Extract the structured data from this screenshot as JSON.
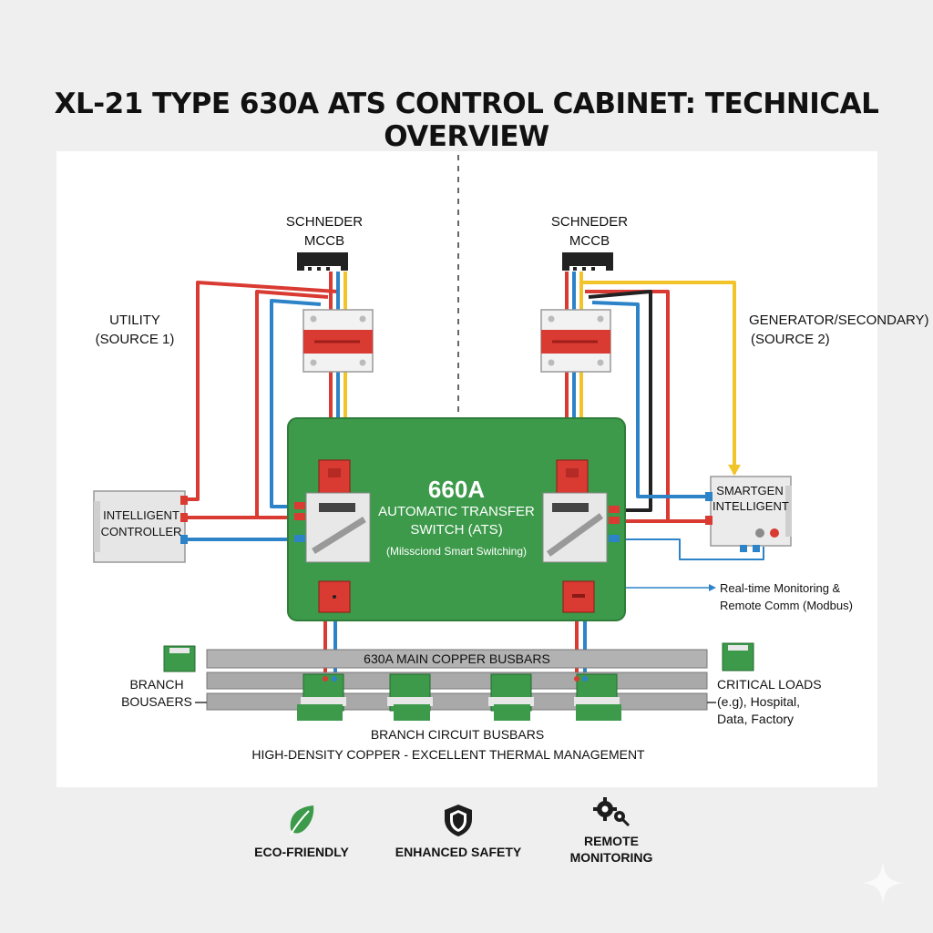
{
  "title": "XL-21 TYPE 630A ATS CONTROL CABINET: TECHNICAL OVERVIEW",
  "left": {
    "mccb_line1": "SCHNEDER",
    "mccb_line2": "MCCB",
    "source_line1": "UTILITY",
    "source_line2": "(SOURCE 1)",
    "controller_line1": "INTELLIGENT",
    "controller_line2": "CONTROLLER"
  },
  "right": {
    "mccb_line1": "SCHNEDER",
    "mccb_line2": "MCCB",
    "source_line1": "GENERATOR/SECONDARY)",
    "source_line2": "(SOURCE 2)",
    "controller_line1": "SMARTGEN",
    "controller_line2": "INTELLIGENT"
  },
  "ats": {
    "rating": "660A",
    "line1": "AUTOMATIC TRANSFER",
    "line2": "SWITCH (ATS)",
    "line3": "(Milssciond Smart Switching)"
  },
  "monitoring": {
    "line1": "Real-time Monitoring &",
    "line2": "Remote Comm (Modbus)"
  },
  "busbars": {
    "main_label": "630A MAIN COPPER BUSBARS",
    "branch_line1": "BRANCH",
    "branch_line2": "BOUSAERS",
    "branch_circuit": "BRANCH CIRCUIT BUSBARS",
    "note": "HIGH-DENSITY COPPER - EXCELLENT THERMAL MANAGEMENT"
  },
  "loads": {
    "line1": "CRITICAL LOADS",
    "line2": "(e.g), Hospital,",
    "line3": "Data, Factory"
  },
  "features": [
    {
      "icon": "leaf-icon",
      "label": "ECO-FRIENDLY"
    },
    {
      "icon": "shield-icon",
      "label": "ENHANCED SAFETY"
    },
    {
      "icon": "gears-icon",
      "label_line1": "REMOTE",
      "label_line2": "MONITORING"
    }
  ],
  "colors": {
    "pcb_green": "#3c9a4a",
    "wire_red": "#d93a32",
    "wire_blue": "#2d83c8",
    "wire_yellow": "#f2c42a",
    "busbar_gray": "#9e9e9e"
  }
}
